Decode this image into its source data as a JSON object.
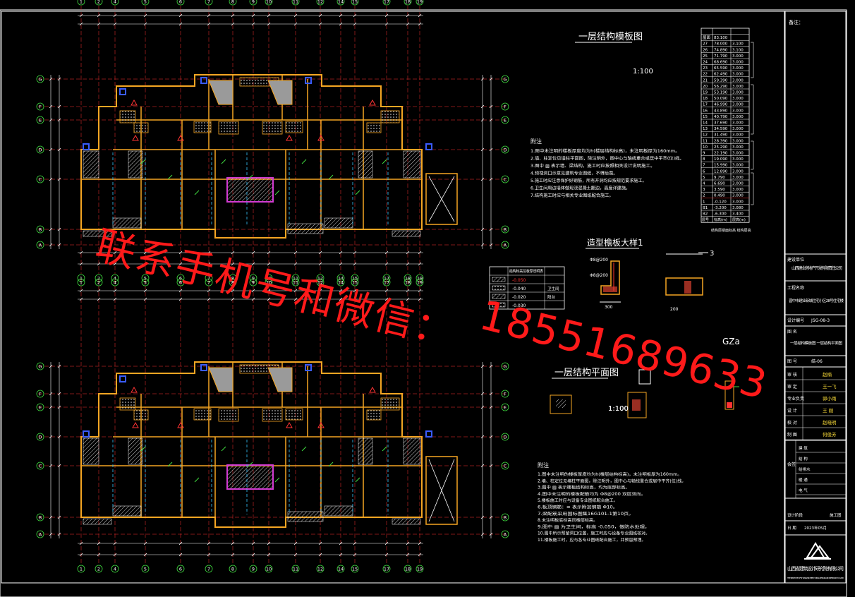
{
  "plan_top": {
    "title": "一层结构模板图",
    "scale": "1:100",
    "row_labels": [
      "G",
      "F",
      "E",
      "D",
      "C",
      "B",
      "A"
    ],
    "col_labels": [
      "1",
      "2",
      "4",
      "5",
      "6",
      "7",
      "8",
      "9",
      "10",
      "11",
      "12",
      "14",
      "15",
      "17",
      "18",
      "19"
    ]
  },
  "plan_bottom": {
    "title": "一层结构平面图",
    "scale": "1:100",
    "row_labels": [
      "G",
      "F",
      "E",
      "D",
      "C",
      "B",
      "A"
    ],
    "col_labels": [
      "1",
      "2",
      "4",
      "5",
      "6",
      "7",
      "8",
      "9",
      "10",
      "11",
      "12",
      "14",
      "15",
      "17",
      "18",
      "19"
    ]
  },
  "notes_top": {
    "heading": "附注",
    "lines": [
      "1.图中未注明的楼板厚度均为h(楼层结构标高)，未注明板厚为160mm。",
      "2.墙、柱定位见墙柱平面图，除注明外，图中心与轴线重合或居中平齐(位)线。",
      "3.图中 ▨ 表示墙、梁结构，施工时应按照相关设计说明施工。",
      "4.预埋洞口示意见建筑专业图纸，不得后凿。",
      "5.施工时应注意保护好钢筋，所有开洞均应按规范要求施工。",
      "6.卫生间周边墙体做现浇混凝土翻边，高度详建施。",
      "7.结构施工时应与相关专业图纸配合施工。"
    ]
  },
  "notes_bottom": {
    "heading": "附注",
    "lines": [
      "1.图中未注明的楼板厚度均为h(楼层结构标高)，未注明板厚为160mm。",
      "2.墙、柱定位见墙柱平面图，除注明外，图中心与轴线重合或居中平齐(位)线。",
      "3.图中 ▨ 表示楼板结构标高，均为底部标高。",
      "4.图中未注明的楼板配筋均为 Φ8@200 双层双向。",
      "5.楼板施工时应与设备专业图纸配合施工。",
      "6.板顶钢筋：≡ 表示附加钢筋 Φ10。",
      "7.梁配筋采用国标图集16G101-1第10页。",
      "8.未注明板底标高同楼层标高。",
      "9.图中 ▨ 为卫生间，标高 -0.050，做防水处理。",
      "10.图中所示预留洞口位置，施工时应与设备专业图纸核对。",
      "11.楼板施工时，应与各专业图纸配合施工，并预留预埋。"
    ]
  },
  "legend_table": {
    "header": "结构标高及板厚说明表",
    "rows": [
      {
        "label": "-0.050",
        "note": ""
      },
      {
        "label": "-0.040",
        "note": "卫生间"
      },
      {
        "label": "-0.020",
        "note": "阳台"
      },
      {
        "label": "-0.030",
        "note": ""
      }
    ]
  },
  "elevation_table": {
    "header": [
      "层号",
      "标高(m)",
      "层高(m)"
    ],
    "rows": [
      [
        "屋面",
        "83.100",
        ""
      ],
      [
        "27",
        "78.000",
        "3.100"
      ],
      [
        "26",
        "74.890",
        "3.100"
      ],
      [
        "25",
        "71.790",
        "3.000"
      ],
      [
        "24",
        "68.690",
        "3.000"
      ],
      [
        "23",
        "65.590",
        "3.000"
      ],
      [
        "22",
        "62.490",
        "3.000"
      ],
      [
        "21",
        "59.390",
        "3.000"
      ],
      [
        "20",
        "56.290",
        "3.000"
      ],
      [
        "19",
        "53.190",
        "3.000"
      ],
      [
        "18",
        "50.090",
        "3.000"
      ],
      [
        "17",
        "46.990",
        "3.000"
      ],
      [
        "16",
        "43.890",
        "3.000"
      ],
      [
        "15",
        "40.790",
        "3.000"
      ],
      [
        "14",
        "37.690",
        "3.000"
      ],
      [
        "13",
        "34.590",
        "3.000"
      ],
      [
        "12",
        "31.490",
        "3.000"
      ],
      [
        "11",
        "28.390",
        "3.000"
      ],
      [
        "10",
        "25.290",
        "3.000"
      ],
      [
        "9",
        "22.190",
        "3.000"
      ],
      [
        "8",
        "19.090",
        "3.000"
      ],
      [
        "7",
        "15.990",
        "3.000"
      ],
      [
        "6",
        "12.890",
        "3.000"
      ],
      [
        "5",
        "9.790",
        "3.000"
      ],
      [
        "4",
        "6.690",
        "3.000"
      ],
      [
        "3",
        "3.590",
        "3.000"
      ],
      [
        "2",
        "0.490",
        "3.000"
      ],
      [
        "1",
        "-0.120",
        "3.000"
      ],
      [
        "B1",
        "-3.200",
        "3.080"
      ],
      [
        "B2",
        "-6.300",
        "3.400"
      ]
    ],
    "footer": [
      "层号",
      "标高(m)",
      "层高(m)"
    ],
    "side_note": "结构层楼面标高 结构层高"
  },
  "details": {
    "detail_title": "造型檐板大样1",
    "section_label": "3",
    "gz_label": "GZa",
    "d1": "Φ8@200",
    "d2": "Φ8@200",
    "dim1": "300",
    "dim2": "200",
    "scale": "1:100"
  },
  "title_block": {
    "remark_label": "备注：",
    "company_label": "建设单位",
    "company_value": "山西建业房地产开发有限责任公司",
    "project_label": "工程名称",
    "project_value": "晋中市建业新城住宅小区28号住宅楼",
    "design_no_label": "设计编号",
    "design_no_value": "JSG-08-3",
    "drawing_label": "图 名",
    "drawing_value": "一层结构模板图 一层结构平面图",
    "sheet_no_label": "图 号",
    "sheet_no_value": "结-06",
    "roles": [
      {
        "label": "审 核",
        "value": "赵楠"
      },
      {
        "label": "审 定",
        "value": "王一飞"
      },
      {
        "label": "专业负责",
        "value": "郭小雨"
      },
      {
        "label": "设 计",
        "value": "王 刚"
      },
      {
        "label": "校 对",
        "value": "赵晓明"
      },
      {
        "label": "制 图",
        "value": "何俊芳"
      }
    ],
    "sign_label": "会签",
    "signs": [
      "建 筑",
      "结 构",
      "给排水",
      "暖 通",
      "电 气"
    ],
    "stage_label": "设计阶段",
    "stage_value": "施工图",
    "date_label": "日 期",
    "date_value": "2023年05月",
    "institute": "山西省建筑设计研究院有限公司",
    "institute_en": "THE INSTITUTE OF SHANXI ARCHITECTURAL DESIGN AND RESEARCH CO.,LTD"
  },
  "watermark": {
    "line1": "联系手机号和微信：",
    "line2": "18551689633"
  },
  "colors": {
    "background": "#000000",
    "wall": "#f5a623",
    "axis": "#ff3333",
    "dim": "#ffffff",
    "grid_circle": "#3fdc3f",
    "hatch": "#ffffff",
    "magenta": "#d23bd2",
    "blue_accent": "#3a5cff",
    "cyan": "#39c6ff",
    "watermark": "#ff1a1a",
    "yellow": "#ffe03a"
  }
}
